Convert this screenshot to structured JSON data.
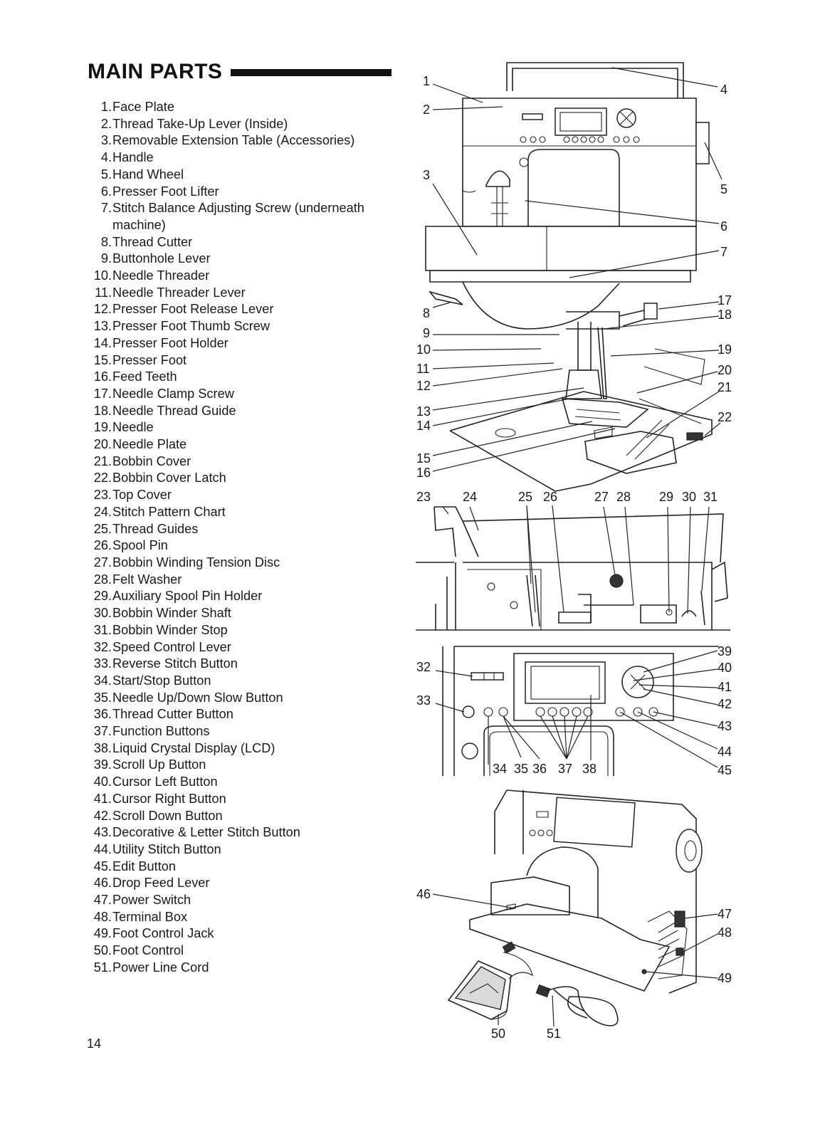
{
  "page": {
    "title": "MAIN PARTS",
    "page_number": "14"
  },
  "parts": [
    {
      "num": "1.",
      "label": "Face Plate"
    },
    {
      "num": "2.",
      "label": "Thread Take-Up Lever (Inside)"
    },
    {
      "num": "3.",
      "label": "Removable Extension Table (Accessories)"
    },
    {
      "num": "4.",
      "label": "Handle"
    },
    {
      "num": "5.",
      "label": "Hand Wheel"
    },
    {
      "num": "6.",
      "label": "Presser Foot Lifter"
    },
    {
      "num": "7.",
      "label": "Stitch Balance Adjusting Screw (underneath machine)"
    },
    {
      "num": "8.",
      "label": "Thread Cutter"
    },
    {
      "num": "9.",
      "label": "Buttonhole Lever"
    },
    {
      "num": "10.",
      "label": "Needle Threader"
    },
    {
      "num": "11.",
      "label": "Needle Threader Lever"
    },
    {
      "num": "12.",
      "label": "Presser Foot Release Lever"
    },
    {
      "num": "13.",
      "label": "Presser Foot Thumb Screw"
    },
    {
      "num": "14.",
      "label": "Presser Foot Holder"
    },
    {
      "num": "15.",
      "label": "Presser Foot"
    },
    {
      "num": "16.",
      "label": "Feed Teeth"
    },
    {
      "num": "17.",
      "label": "Needle Clamp Screw"
    },
    {
      "num": "18.",
      "label": "Needle Thread Guide"
    },
    {
      "num": "19.",
      "label": "Needle"
    },
    {
      "num": "20.",
      "label": "Needle Plate"
    },
    {
      "num": "21.",
      "label": "Bobbin Cover"
    },
    {
      "num": "22.",
      "label": "Bobbin Cover Latch"
    },
    {
      "num": "23.",
      "label": "Top Cover"
    },
    {
      "num": "24.",
      "label": "Stitch Pattern Chart"
    },
    {
      "num": "25.",
      "label": "Thread Guides"
    },
    {
      "num": "26.",
      "label": "Spool Pin"
    },
    {
      "num": "27.",
      "label": "Bobbin Winding Tension Disc"
    },
    {
      "num": "28.",
      "label": "Felt Washer"
    },
    {
      "num": "29.",
      "label": "Auxiliary Spool Pin Holder"
    },
    {
      "num": "30.",
      "label": "Bobbin Winder Shaft"
    },
    {
      "num": "31.",
      "label": "Bobbin Winder Stop"
    },
    {
      "num": "32.",
      "label": "Speed Control Lever"
    },
    {
      "num": "33.",
      "label": "Reverse Stitch Button"
    },
    {
      "num": "34.",
      "label": "Start/Stop Button"
    },
    {
      "num": "35.",
      "label": "Needle Up/Down Slow Button"
    },
    {
      "num": "36.",
      "label": "Thread Cutter Button"
    },
    {
      "num": "37.",
      "label": "Function Buttons"
    },
    {
      "num": "38.",
      "label": "Liquid Crystal Display (LCD)"
    },
    {
      "num": "39.",
      "label": "Scroll Up Button"
    },
    {
      "num": "40.",
      "label": "Cursor Left Button"
    },
    {
      "num": "41.",
      "label": "Cursor Right Button"
    },
    {
      "num": "42.",
      "label": "Scroll Down Button"
    },
    {
      "num": "43.",
      "label": "Decorative & Letter Stitch Button"
    },
    {
      "num": "44.",
      "label": "Utility Stitch Button"
    },
    {
      "num": "45.",
      "label": "Edit Button"
    },
    {
      "num": "46.",
      "label": "Drop Feed Lever"
    },
    {
      "num": "47.",
      "label": "Power Switch"
    },
    {
      "num": "48.",
      "label": "Terminal Box"
    },
    {
      "num": "49.",
      "label": "Foot Control Jack"
    },
    {
      "num": "50.",
      "label": "Foot Control"
    },
    {
      "num": "51.",
      "label": "Power Line Cord"
    }
  ],
  "callouts": {
    "c1": "1",
    "c2": "2",
    "c3": "3",
    "c4": "4",
    "c5": "5",
    "c6": "6",
    "c7": "7",
    "c8": "8",
    "c9": "9",
    "c10": "10",
    "c11": "11",
    "c12": "12",
    "c13": "13",
    "c14": "14",
    "c15": "15",
    "c16": "16",
    "c17": "17",
    "c18": "18",
    "c19": "19",
    "c20": "20",
    "c21": "21",
    "c22": "22",
    "c23": "23",
    "c24": "24",
    "c25": "25",
    "c26": "26",
    "c27": "27",
    "c28": "28",
    "c29": "29",
    "c30": "30",
    "c31": "31",
    "c32": "32",
    "c33": "33",
    "c34": "34",
    "c35": "35",
    "c36": "36",
    "c37": "37",
    "c38": "38",
    "c39": "39",
    "c40": "40",
    "c41": "41",
    "c42": "42",
    "c43": "43",
    "c44": "44",
    "c45": "45",
    "c46": "46",
    "c47": "47",
    "c48": "48",
    "c49": "49",
    "c50": "50",
    "c51": "51"
  }
}
